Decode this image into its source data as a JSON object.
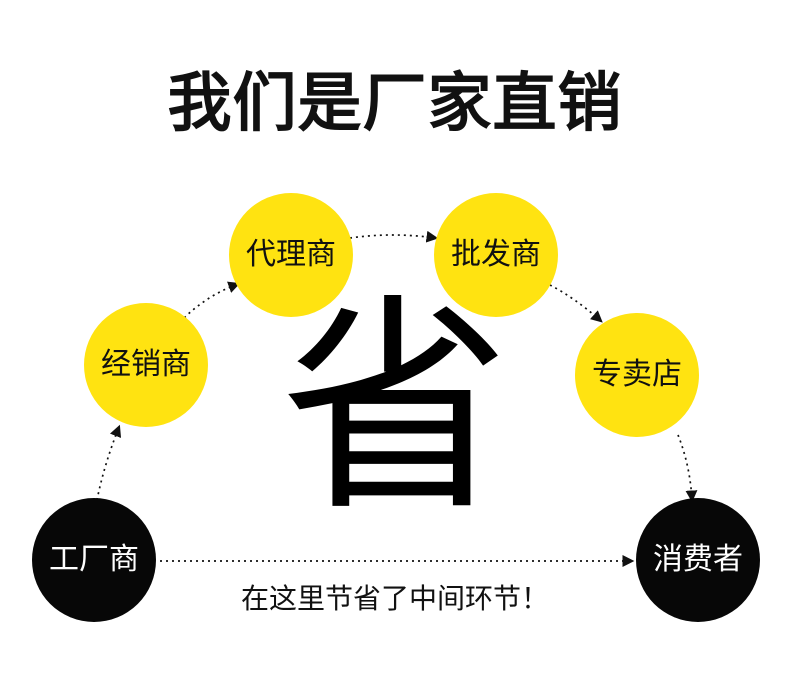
{
  "title": "我们是厂家直销",
  "center_char": "省",
  "footer_text": "在这里节省了中间环节！",
  "nodes": {
    "factory": "工厂商",
    "distributor": "经销商",
    "agent": "代理商",
    "wholesaler": "批发商",
    "store": "专卖店",
    "consumer": "消费者"
  },
  "colors": {
    "yellow": "#ffe311",
    "black": "#070707"
  }
}
